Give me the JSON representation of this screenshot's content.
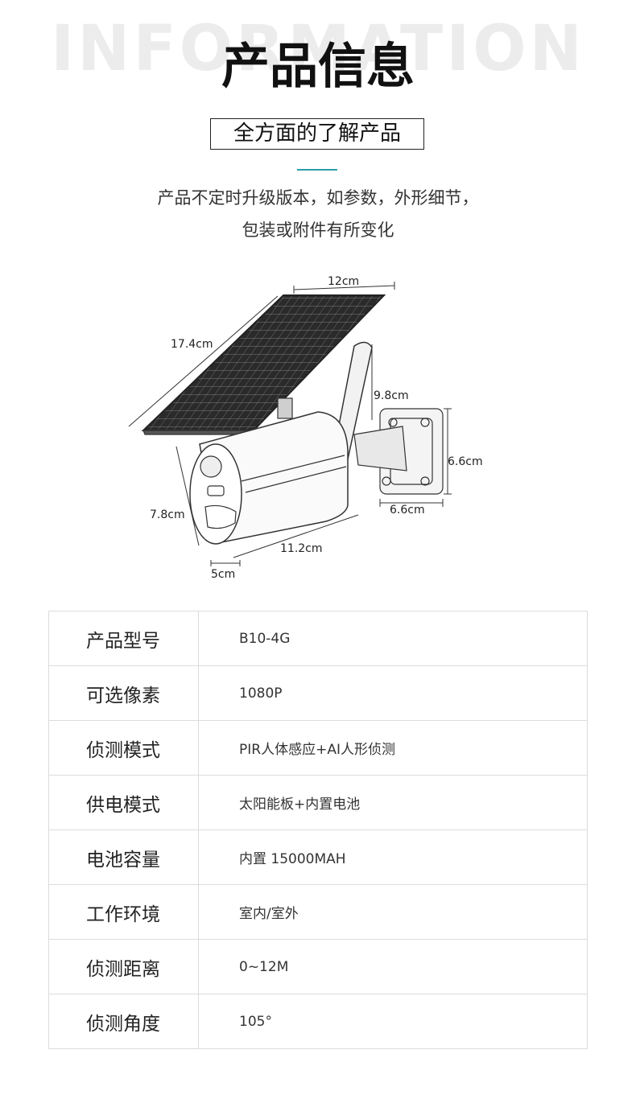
{
  "header": {
    "background_word": "INFORMATION",
    "title": "产品信息",
    "subtitle": "全方面的了解产品",
    "notice_line1": "产品不定时升级版本，如参数，外形细节，",
    "notice_line2": "包装或附件有所变化"
  },
  "diagram": {
    "dim_panel_width": "12cm",
    "dim_panel_length": "17.4cm",
    "dim_antenna_height": "9.8cm",
    "dim_mount_height": "6.6cm",
    "dim_mount_width": "6.6cm",
    "dim_body_height": "7.8cm",
    "dim_body_length": "11.2cm",
    "dim_lens_depth": "5cm"
  },
  "specs": [
    {
      "label": "产品型号",
      "value": "B10-4G"
    },
    {
      "label": "可选像素",
      "value": "1080P"
    },
    {
      "label": "侦测模式",
      "value": "PIR人体感应+AI人形侦测"
    },
    {
      "label": "供电模式",
      "value": "太阳能板+内置电池"
    },
    {
      "label": "电池容量",
      "value": "内置 15000MAH"
    },
    {
      "label": "工作环境",
      "value": "室内/室外"
    },
    {
      "label": "侦测距离",
      "value": "0~12M"
    },
    {
      "label": "侦测角度",
      "value": "105°"
    }
  ],
  "colors": {
    "accent": "#2a9fa8",
    "border": "#dcdcdc"
  }
}
